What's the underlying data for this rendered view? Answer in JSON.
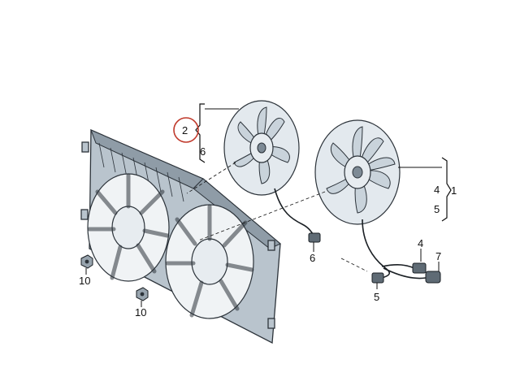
{
  "callouts": {
    "c1": "1",
    "c2": "2",
    "c4": "4",
    "c5": "5",
    "c6a": "6",
    "c6b": "6",
    "c4b": "4",
    "c5b": "5",
    "c7": "7",
    "c10a": "10",
    "c10b": "10"
  },
  "colors": {
    "highlight_circle": "#c0392b"
  }
}
